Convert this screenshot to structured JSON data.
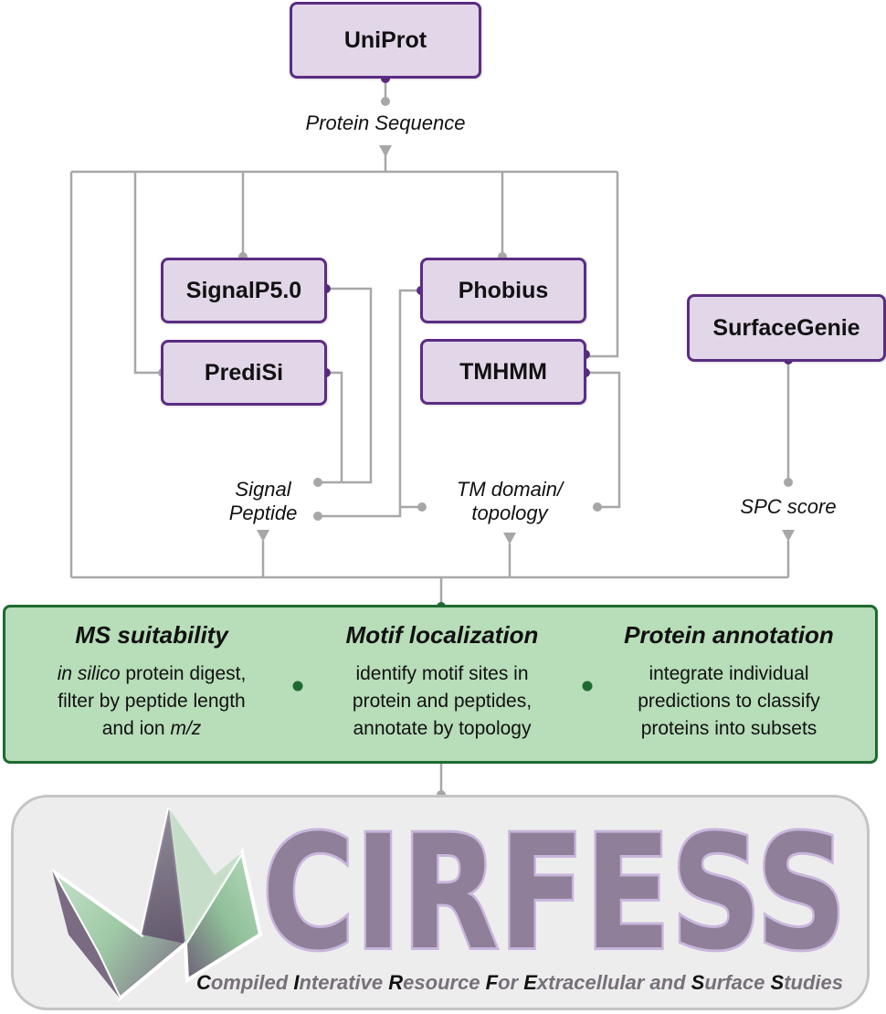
{
  "nodes": {
    "uniprot": "UniProt",
    "signalp": "SignalP5.0",
    "predisi": "PrediSi",
    "phobius": "Phobius",
    "tmhmm": "TMHMM",
    "surfacegenie": "SurfaceGenie"
  },
  "labels": {
    "protein_sequence": "Protein Sequence",
    "signal_peptide_line1": "Signal",
    "signal_peptide_line2": "Peptide",
    "tm_domain_line1": "TM domain/",
    "tm_domain_line2": "topology",
    "spc_score": "SPC score"
  },
  "processing": [
    {
      "title": "MS suitability",
      "lines": [
        {
          "italic": "in silico",
          "rest": " protein digest,"
        },
        {
          "italic": "",
          "rest": "filter by peptide length"
        },
        {
          "prefix": "and ion ",
          "italic": "m/z"
        }
      ]
    },
    {
      "title": "Motif localization",
      "lines": [
        "identify motif sites in",
        "protein and peptides,",
        "annotate by topology"
      ]
    },
    {
      "title": "Protein annotation",
      "lines": [
        "integrate individual",
        "predictions to classify",
        "proteins into subsets"
      ]
    }
  ],
  "brand": {
    "logo_text": "CIRFESS",
    "tagline": [
      {
        "initial": "C",
        "rest": "ompiled "
      },
      {
        "initial": "I",
        "rest": "nterative "
      },
      {
        "initial": "R",
        "rest": "esource "
      },
      {
        "initial": "F",
        "rest": "or "
      },
      {
        "initial": "E",
        "rest": "xtracellular and "
      },
      {
        "initial": "S",
        "rest": "urface "
      },
      {
        "initial": "S",
        "rest": "tudies"
      }
    ]
  },
  "colors": {
    "tool_fill": "#e2d6e9",
    "tool_border": "#5b2d82",
    "connector": "#a7a7a7",
    "process_fill": "#b7ddb9",
    "process_border": "#1e6a31",
    "logo_fill": "#8f7f98",
    "logo_outline": "#c8b6dd"
  }
}
